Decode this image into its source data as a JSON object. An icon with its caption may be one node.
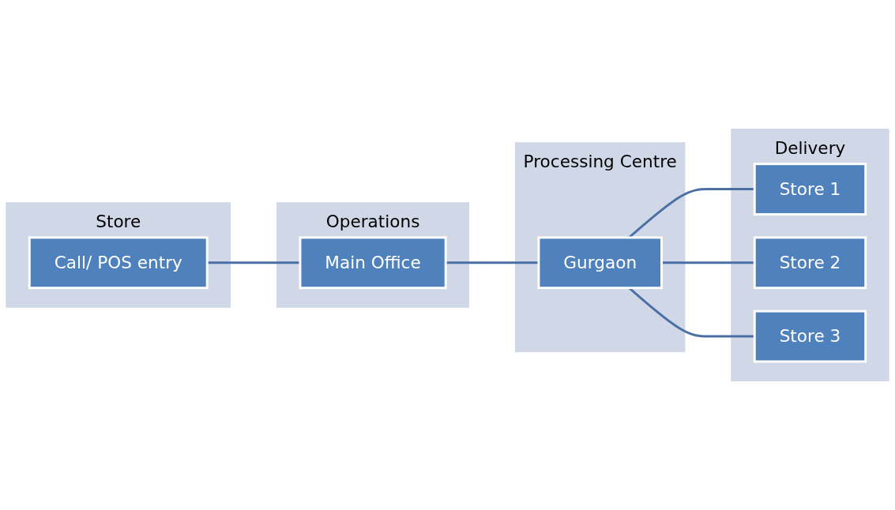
{
  "diagram": {
    "nodes": [
      {
        "text": [
          "Store"
        ]
      },
      {
        "text": [
          "Call/ POS entry"
        ],
        "in": 0
      },
      {
        "text": [
          "Operations"
        ]
      },
      {
        "text": [
          "Main Office"
        ],
        "in": 2
      },
      {
        "text": [
          "Processing Centre"
        ]
      },
      {
        "text": [
          "Gurgaon"
        ],
        "in": 4
      },
      {
        "text": [
          "Delivery"
        ]
      },
      {
        "text": [
          "Store 1"
        ],
        "in": 6
      },
      {
        "text": [
          "Store 2"
        ],
        "in": 6
      },
      {
        "text": [
          "Store 3"
        ],
        "in": 6
      }
    ],
    "edges": [
      {
        "from": 1,
        "to": 3,
        "arrow": "none"
      },
      {
        "from": 3,
        "to": 5,
        "arrow": "none"
      },
      {
        "from": 5,
        "to": 7,
        "arrow": "none"
      },
      {
        "from": 5,
        "to": 8,
        "arrow": "none"
      },
      {
        "from": 5,
        "to": 9,
        "arrow": "none"
      }
    ]
  }
}
